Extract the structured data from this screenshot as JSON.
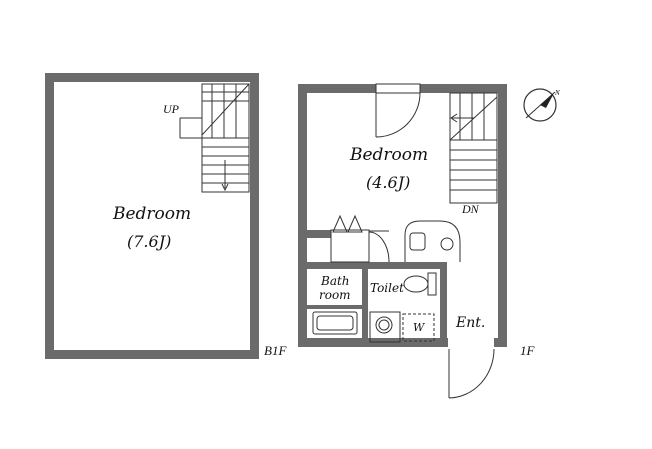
{
  "floors": {
    "b1f": {
      "level_label": "B1F",
      "room_name": "Bedroom",
      "room_size": "(7.6J)",
      "stair_label": "UP"
    },
    "f1": {
      "level_label": "1F",
      "room_name": "Bedroom",
      "room_size": "(4.6J)",
      "stair_label": "DN",
      "bath_line1": "Bath",
      "bath_line2": "room",
      "toilet_label": "Toilet",
      "washer_label": "W",
      "entrance_label": "Ent."
    }
  },
  "compass": {
    "north_label": "N"
  },
  "colors": {
    "wall": "#6b6b6b",
    "line": "#333333",
    "background": "#ffffff"
  }
}
